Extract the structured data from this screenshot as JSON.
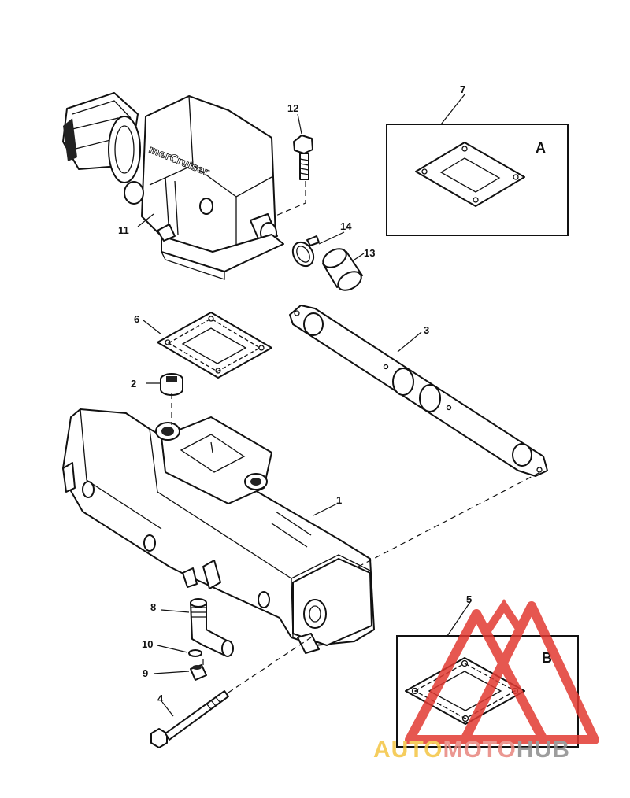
{
  "diagram": {
    "callouts": [
      {
        "id": "c1",
        "text": "1"
      },
      {
        "id": "c2",
        "text": "2"
      },
      {
        "id": "c3",
        "text": "3"
      },
      {
        "id": "c4",
        "text": "4"
      },
      {
        "id": "c5",
        "text": "5"
      },
      {
        "id": "c6",
        "text": "6"
      },
      {
        "id": "c7",
        "text": "7"
      },
      {
        "id": "c8",
        "text": "8"
      },
      {
        "id": "c9",
        "text": "9"
      },
      {
        "id": "c10",
        "text": "10"
      },
      {
        "id": "c11",
        "text": "11"
      },
      {
        "id": "c12",
        "text": "12"
      },
      {
        "id": "c13",
        "text": "13"
      },
      {
        "id": "c14",
        "text": "14"
      }
    ],
    "inset_a_letter": "A",
    "inset_b_letter": "B",
    "part_brand_text": "merCruiser"
  },
  "watermark": {
    "text_part1": "AUTO",
    "text_part2": "MOTO",
    "text_part3": "HUB",
    "color_part1": "#f4c542",
    "color_part2": "#e8867e",
    "color_part3": "#8c8c8c",
    "triangle_color": "#e23a32"
  }
}
